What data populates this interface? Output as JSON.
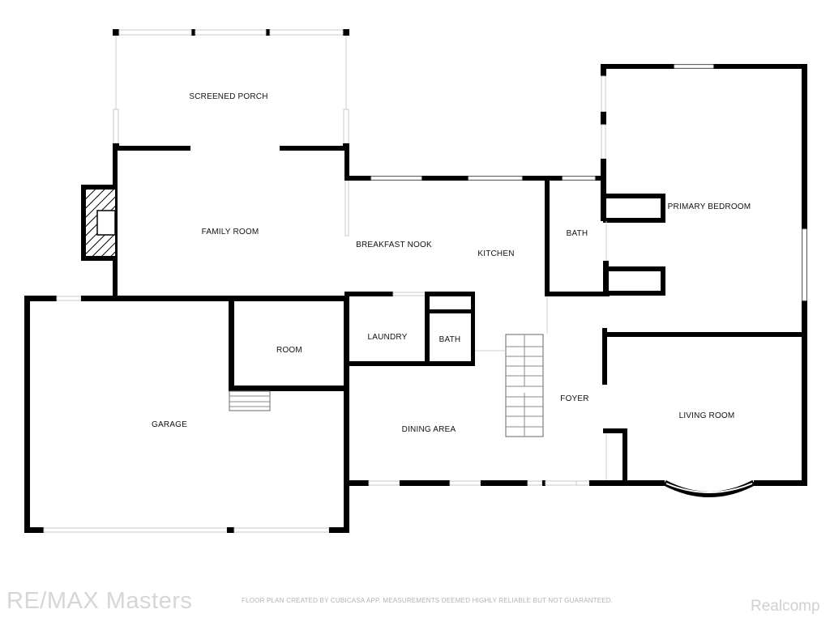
{
  "rooms": {
    "screened_porch": "SCREENED PORCH",
    "family_room": "FAMILY ROOM",
    "breakfast_nook": "BREAKFAST NOOK",
    "kitchen": "KITCHEN",
    "bath_upper": "BATH",
    "primary_bedroom": "PRIMARY BEDROOM",
    "room": "ROOM",
    "laundry": "LAUNDRY",
    "bath_lower": "BATH",
    "garage": "GARAGE",
    "dining_area": "DINING AREA",
    "foyer": "FOYER",
    "living_room": "LIVING ROOM"
  },
  "footer": {
    "brand": "RE/MAX Masters",
    "disclaimer": "FLOOR PLAN CREATED BY CUBICASA APP. MEASUREMENTS DEEMED HIGHLY RELIABLE BUT NOT GUARANTEED.",
    "watermark": "Realcomp"
  }
}
